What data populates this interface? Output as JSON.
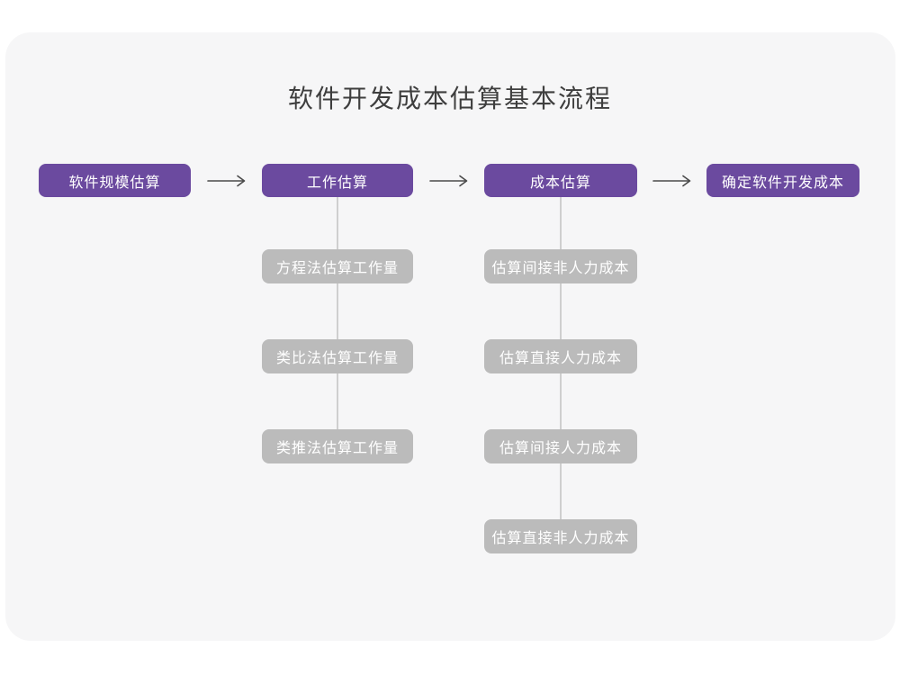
{
  "title": "软件开发成本估算基本流程",
  "colors": {
    "stage_bg": "#6B4A9F",
    "substep_bg": "#BBBBBB",
    "card_bg": "#F6F6F7",
    "box_text": "#FFFFFF",
    "title_text": "#3E3E3E",
    "arrow": "#4A4A4A",
    "connector": "#CFCFCF"
  },
  "flow": {
    "stages": [
      {
        "label": "软件规模估算",
        "substeps": []
      },
      {
        "label": "工作估算",
        "substeps": [
          "方程法估算工作量",
          "类比法估算工作量",
          "类推法估算工作量"
        ]
      },
      {
        "label": "成本估算",
        "substeps": [
          "估算间接非人力成本",
          "估算直接人力成本",
          "估算间接人力成本",
          "估算直接非人力成本"
        ]
      },
      {
        "label": "确定软件开发成本",
        "substeps": []
      }
    ]
  }
}
